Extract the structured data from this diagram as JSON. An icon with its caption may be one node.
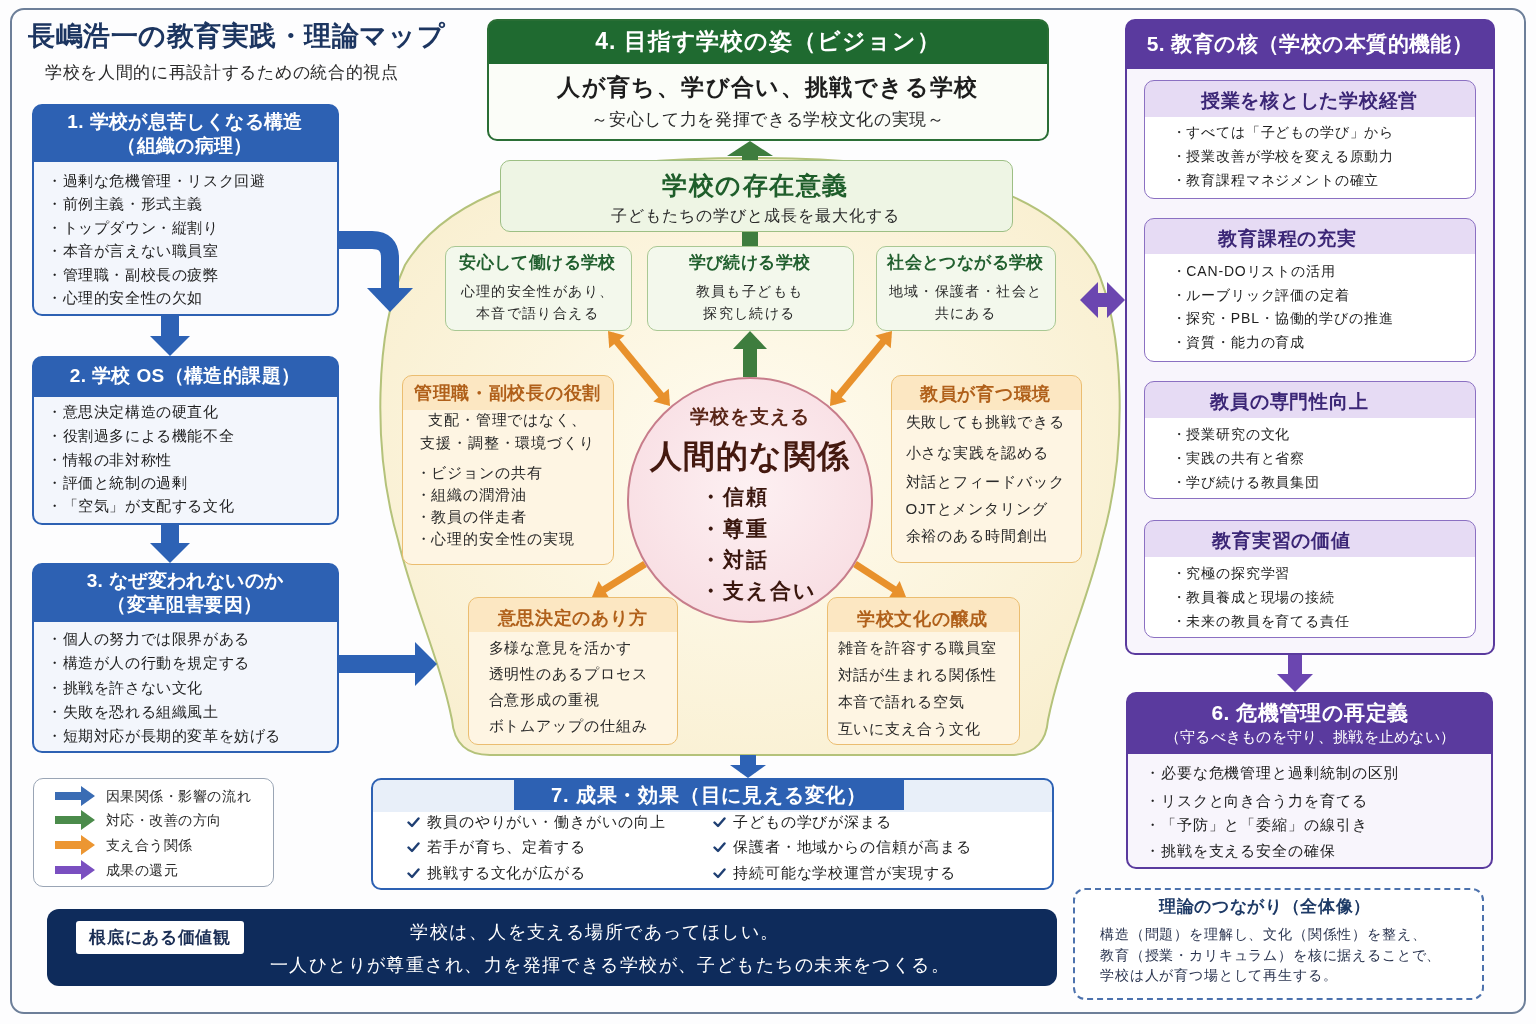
{
  "diagram": {
    "title": "長嶋浩一の教育実践・理論マップ",
    "nodes": [
      {
        "text": [
          "1. 学校が息苦しくなる構造",
          "（組織の病理）",
          "・過剰な危機管理・リスク回避",
          "・前例主義・形式主義",
          "・トップダウン・縦割り",
          "・本音が言えない職員室",
          "・管理職・副校長の疲弊",
          "・心理的安全性の欠如"
        ]
      },
      {
        "text": [
          "2. 学校 OS（構造的課題）",
          "・意思決定構造の硬直化",
          "・役割過多による機能不全",
          "・情報の非対称性",
          "・評価と統制の過剰",
          "・「空気」が支配する文化"
        ]
      },
      {
        "text": [
          "3. なぜ変われないのか",
          "（変革阻害要因）",
          "・個人の努力では限界がある",
          "・構造が人の行動を規定する",
          "・挑戦を許さない文化",
          "・失敗を恐れる組織風土",
          "・短期対応が長期的変革を妨げる"
        ]
      },
      {
        "text": [
          "4. 目指す学校の姿（ビジョン）",
          "人が育ち、学び合い、挑戦できる学校",
          "～安心して力を発揮できる学校文化の実現～"
        ]
      },
      {
        "text": [],
        "shape": "bulb"
      },
      {
        "text": [
          "学校の存在意義",
          "子どもたちの学びと成長を最大化する"
        ],
        "in": 4
      },
      {
        "text": [
          "安心して働ける学校",
          "心理的安全性があり、本音で語り合える"
        ],
        "in": 4
      },
      {
        "text": [
          "学び続ける学校",
          "教員も子どもも探究し続ける"
        ],
        "in": 4
      },
      {
        "text": [
          "社会とつながる学校",
          "地域・保護者・社会と共にある"
        ],
        "in": 4
      },
      {
        "text": [
          "管理職・副校長の役割",
          "支配・管理ではなく、支援・調整・環境づくり",
          "・ビジョンの共有",
          "・組織の潤滑油",
          "・教員の伴走者",
          "・心理的安全性の実現"
        ],
        "in": 4
      },
      {
        "text": [
          "学校を支える",
          "人間的な関係",
          "・信頼",
          "・尊重",
          "・対話",
          "・支え合い"
        ],
        "in": 4
      },
      {
        "text": [
          "教員が育つ環境",
          "失敗しても挑戦できる",
          "小さな実践を認める",
          "対話とフィードバック",
          "OJTとメンタリング",
          "余裕のある時間創出"
        ],
        "in": 4
      },
      {
        "text": [
          "意思決定のあり方",
          "多様な意見を活かす",
          "透明性のあるプロセス",
          "合意形成の重視",
          "ボトムアップの仕組み"
        ],
        "in": 4
      },
      {
        "text": [
          "学校文化の醸成",
          "雑音を許容する職員室",
          "対話が生まれる関係性",
          "本音で語れる空気",
          "互いに支え合う文化"
        ],
        "in": 4
      },
      {
        "text": [
          "5. 教育の核（学校の本質的機能）"
        ]
      },
      {
        "text": [
          "授業を核とした学校経営",
          "・すべては「子どもの学び」から",
          "・授業改善が学校を変える原動力",
          "・教育課程マネジメントの確立"
        ],
        "in": 14
      },
      {
        "text": [
          "教育課程の充実",
          "・CAN-DOリストの活用",
          "・ルーブリック評価の定着",
          "・探究・PBL・協働的学びの推進",
          "・資質・能力の育成"
        ],
        "in": 14
      },
      {
        "text": [
          "教員の専門性向上",
          "・授業研究の文化",
          "・実践の共有と省察",
          "・学び続ける教員集団"
        ],
        "in": 14
      },
      {
        "text": [
          "教育実習の価値",
          "・究極の探究学習",
          "・教員養成と現場の接続",
          "・未来の教員を育てる責任"
        ],
        "in": 14
      },
      {
        "text": [
          "6. 危機管理の再定義",
          "（守るべきものを守り、挑戦を止めない）",
          "・必要な危機管理と過剰統制の区別",
          "・リスクと向き合う力を育てる",
          "・「予防」と「委縮」の線引き",
          "・挑戦を支える安全の確保"
        ]
      },
      {
        "text": [
          "7. 成果・効果（目に見える変化）",
          "教員のやりがい・働きがいの向上",
          "若手が育ち、定着する",
          "挑戦する文化が広がる",
          "子どもの学びが深まる",
          "保護者・地域からの信頼が高まる",
          "持続可能な学校運営が実現する"
        ]
      },
      {
        "text": [
          "理論のつながり（全体像）",
          "構造（問題）を理解し、文化（関係性）を整え、教育（授業・カリキュラム）を核に据えることで、学校は人が育つ場として再生する。"
        ]
      },
      {
        "text": [
          "学校は、人を支える場所であってほしい。",
          "一人ひとりが尊重され、力を発揮できる学校が、子どもたちの未来をつくる。"
        ]
      },
      {
        "text": [
          "根底にある価値観"
        ],
        "in": 22
      }
    ],
    "edges": [
      {
        "from": 0,
        "to": 4,
        "arrow": "to"
      },
      {
        "from": 0,
        "to": 1,
        "arrow": "to"
      },
      {
        "from": 1,
        "to": 2,
        "arrow": "to"
      },
      {
        "from": 2,
        "to": 4,
        "arrow": "to"
      },
      {
        "from": 7,
        "to": 5,
        "arrow": "none",
        "color": "#3e7d3e"
      },
      {
        "from": 5,
        "to": 3,
        "arrow": "to",
        "color": "#3e7d3e"
      },
      {
        "from": 10,
        "to": 7,
        "arrow": "to",
        "color": "#3e7d3e"
      },
      {
        "from": 10,
        "to": 6,
        "arrow": "both",
        "color": "#e8912c"
      },
      {
        "from": 10,
        "to": 8,
        "arrow": "both",
        "color": "#e8912c"
      },
      {
        "from": 10,
        "to": 12,
        "arrow": "to",
        "color": "#e8912c"
      },
      {
        "from": 10,
        "to": 13,
        "arrow": "to",
        "color": "#e8912c"
      },
      {
        "from": 4,
        "to": 14,
        "arrow": "both",
        "color": "#6b46b0"
      },
      {
        "from": 14,
        "to": 19,
        "arrow": "to",
        "color": "#6b46b0"
      },
      {
        "from": 4,
        "to": 20,
        "arrow": "to"
      }
    ],
    "labels": [
      "学校を人間的に再設計するための統合的視点"
    ],
    "legend": [
      {
        "text": "因果関係・影響の流れ",
        "color": "#3a6cb4"
      },
      {
        "text": "対応・改善の方向",
        "color": "#4b8b4b"
      },
      {
        "text": "支え合う関係",
        "color": "#ec9632"
      },
      {
        "text": "成果の還元",
        "color": "#7a4fc0"
      }
    ]
  }
}
